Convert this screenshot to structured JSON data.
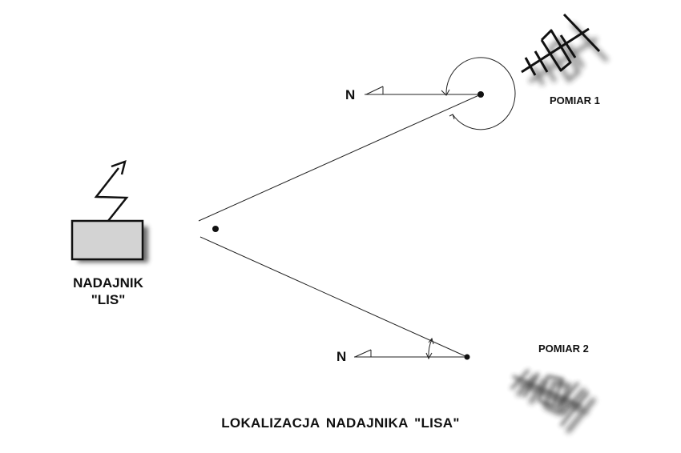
{
  "diagram": {
    "title": "LOKALIZACJA  NADAJNIKA \"LISA\"",
    "transmitter": {
      "line1": "NADAJNIK",
      "line2": "\"LIS\""
    },
    "measurements": [
      {
        "label": "POMIAR 1",
        "north_label": "N"
      },
      {
        "label": "POMIAR 2",
        "north_label": "N"
      }
    ]
  },
  "colors": {
    "ink": "#111111",
    "box_fill": "#d3d3d3",
    "shadow": "#444444"
  }
}
